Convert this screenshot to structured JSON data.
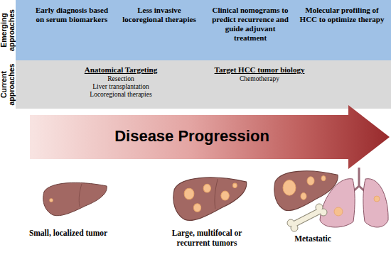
{
  "diagram": {
    "nodes": [
      {
        "text": [
          "Emerging approaches",
          "Early diagnosis based on serum biomarkers",
          "Less invasive locoregional therapies",
          "Clinical nomograms to predict recurrence and guide adjuvant treatment",
          "Molecular profiling of HCC to optimize therapy"
        ]
      },
      {
        "text": [
          "Current approaches",
          "Anatomical Targeting",
          "Resection",
          "Liver transplantation",
          "Locoregional therapies",
          "Target HCC tumor biology",
          "Chemotherapy"
        ]
      },
      {
        "text": [
          "Disease Progression"
        ]
      }
    ],
    "labels": [
      "Small, localized tumor",
      "Large, multifocal or recurrent tumors",
      "Metastatic"
    ]
  }
}
